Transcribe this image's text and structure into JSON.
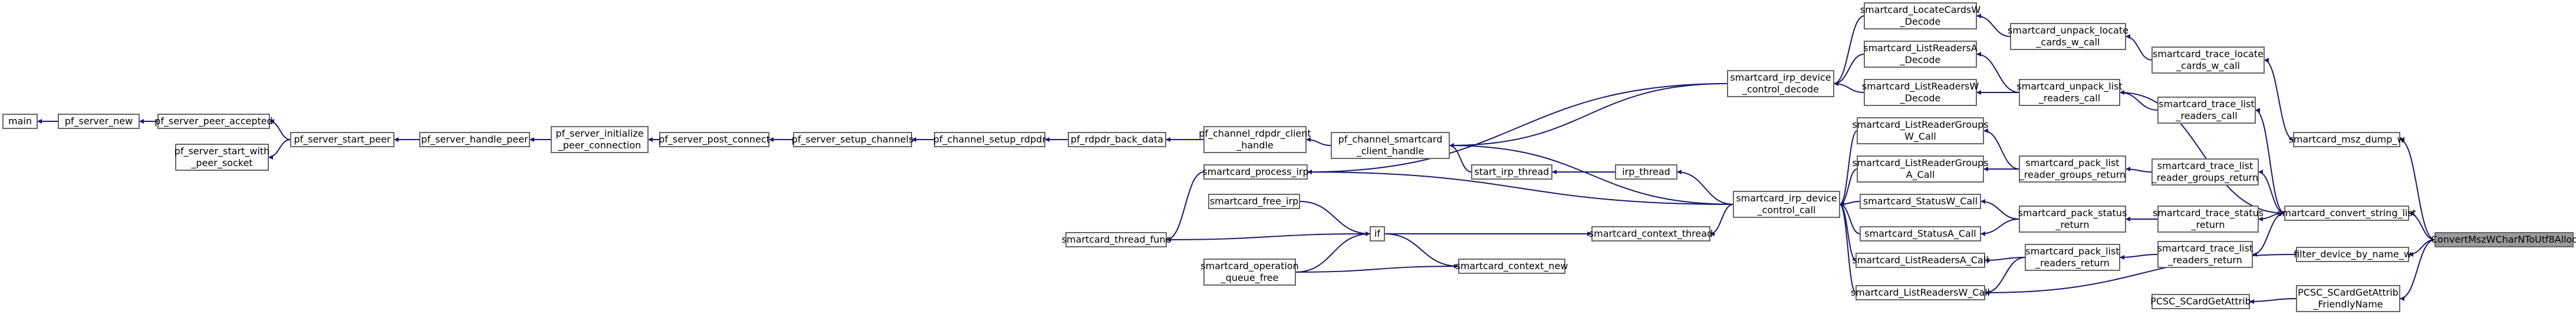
{
  "graph": {
    "colors": {
      "edge": "#191970",
      "node_border": "#666666",
      "node_fill": "#ffffff",
      "highlight_fill": "#999999",
      "text": "#000000"
    },
    "nodes": [
      {
        "id": "main",
        "lines": [
          "main"
        ]
      },
      {
        "id": "pf_server_new",
        "lines": [
          "pf_server_new"
        ]
      },
      {
        "id": "pf_server_peer_accepted",
        "lines": [
          "pf_server_peer_accepted"
        ]
      },
      {
        "id": "pf_server_start_peer",
        "lines": [
          "pf_server_start_peer"
        ]
      },
      {
        "id": "pf_server_start_with_peer_socket",
        "lines": [
          "pf_server_start_with",
          "_peer_socket"
        ]
      },
      {
        "id": "pf_server_handle_peer",
        "lines": [
          "pf_server_handle_peer"
        ]
      },
      {
        "id": "pf_server_initialize_peer_connection",
        "lines": [
          "pf_server_initialize",
          "_peer_connection"
        ]
      },
      {
        "id": "pf_server_post_connect",
        "lines": [
          "pf_server_post_connect"
        ]
      },
      {
        "id": "pf_server_setup_channels",
        "lines": [
          "pf_server_setup_channels"
        ]
      },
      {
        "id": "pf_channel_setup_rdpdr",
        "lines": [
          "pf_channel_setup_rdpdr"
        ]
      },
      {
        "id": "pf_rdpdr_back_data",
        "lines": [
          "pf_rdpdr_back_data"
        ]
      },
      {
        "id": "pf_channel_rdpdr_client_handle",
        "lines": [
          "pf_channel_rdpdr_client",
          "_handle"
        ]
      },
      {
        "id": "pf_channel_smartcard_client_handle",
        "lines": [
          "pf_channel_smartcard",
          "_client_handle"
        ]
      },
      {
        "id": "start_irp_thread",
        "lines": [
          "start_irp_thread"
        ]
      },
      {
        "id": "irp_thread",
        "lines": [
          "irp_thread"
        ]
      },
      {
        "id": "smartcard_process_irp",
        "lines": [
          "smartcard_process_irp"
        ]
      },
      {
        "id": "smartcard_free_irp",
        "lines": [
          "smartcard_free_irp"
        ]
      },
      {
        "id": "smartcard_thread_func",
        "lines": [
          "smartcard_thread_func"
        ]
      },
      {
        "id": "if",
        "lines": [
          "if"
        ]
      },
      {
        "id": "smartcard_operation_queue_free",
        "lines": [
          "smartcard_operation",
          "_queue_free"
        ]
      },
      {
        "id": "smartcard_context_new",
        "lines": [
          "smartcard_context_new"
        ]
      },
      {
        "id": "smartcard_context_thread",
        "lines": [
          "smartcard_context_thread"
        ]
      },
      {
        "id": "smartcard_irp_device_control_decode",
        "lines": [
          "smartcard_irp_device",
          "_control_decode"
        ]
      },
      {
        "id": "smartcard_irp_device_control_call",
        "lines": [
          "smartcard_irp_device",
          "_control_call"
        ]
      },
      {
        "id": "smartcard_LocateCardsW_Decode",
        "lines": [
          "smartcard_LocateCardsW",
          "_Decode"
        ]
      },
      {
        "id": "smartcard_ListReadersA_Decode",
        "lines": [
          "smartcard_ListReadersA",
          "_Decode"
        ]
      },
      {
        "id": "smartcard_ListReadersW_Decode",
        "lines": [
          "smartcard_ListReadersW",
          "_Decode"
        ]
      },
      {
        "id": "smartcard_ListReaderGroupsW_Call",
        "lines": [
          "smartcard_ListReaderGroups",
          "W_Call"
        ]
      },
      {
        "id": "smartcard_ListReaderGroupsA_Call",
        "lines": [
          "smartcard_ListReaderGroups",
          "A_Call"
        ]
      },
      {
        "id": "smartcard_StatusW_Call",
        "lines": [
          "smartcard_StatusW_Call"
        ]
      },
      {
        "id": "smartcard_StatusA_Call",
        "lines": [
          "smartcard_StatusA_Call"
        ]
      },
      {
        "id": "smartcard_ListReadersA_Call",
        "lines": [
          "smartcard_ListReadersA_Call"
        ]
      },
      {
        "id": "smartcard_ListReadersW_Call",
        "lines": [
          "smartcard_ListReadersW_Call"
        ]
      },
      {
        "id": "smartcard_unpack_locate_cards_w_call",
        "lines": [
          "smartcard_unpack_locate",
          "_cards_w_call"
        ]
      },
      {
        "id": "smartcard_unpack_list_readers_call",
        "lines": [
          "smartcard_unpack_list",
          "_readers_call"
        ]
      },
      {
        "id": "smartcard_pack_list_reader_groups_return",
        "lines": [
          "smartcard_pack_list",
          "_reader_groups_return"
        ]
      },
      {
        "id": "smartcard_pack_status_return",
        "lines": [
          "smartcard_pack_status",
          "_return"
        ]
      },
      {
        "id": "smartcard_pack_list_readers_return",
        "lines": [
          "smartcard_pack_list",
          "_readers_return"
        ]
      },
      {
        "id": "smartcard_trace_locate_cards_w_call",
        "lines": [
          "smartcard_trace_locate",
          "_cards_w_call"
        ]
      },
      {
        "id": "smartcard_trace_list_readers_call",
        "lines": [
          "smartcard_trace_list",
          "_readers_call"
        ]
      },
      {
        "id": "smartcard_trace_list_reader_groups_return",
        "lines": [
          "smartcard_trace_list",
          "_reader_groups_return"
        ]
      },
      {
        "id": "smartcard_trace_status_return",
        "lines": [
          "smartcard_trace_status",
          "_return"
        ]
      },
      {
        "id": "smartcard_trace_list_readers_return",
        "lines": [
          "smartcard_trace_list",
          "_readers_return"
        ]
      },
      {
        "id": "smartcard_msz_dump_w",
        "lines": [
          "smartcard_msz_dump_w"
        ]
      },
      {
        "id": "smartcard_convert_string_list",
        "lines": [
          "smartcard_convert_string_list"
        ]
      },
      {
        "id": "filter_device_by_name_w",
        "lines": [
          "filter_device_by_name_w"
        ]
      },
      {
        "id": "PCSC_SCardGetAttrib_FriendlyName",
        "lines": [
          "PCSC_SCardGetAttrib",
          "_FriendlyName"
        ]
      },
      {
        "id": "PCSC_SCardGetAttrib",
        "lines": [
          "PCSC_SCardGetAttrib"
        ]
      },
      {
        "id": "ConvertMszWCharNToUtf8Alloc",
        "lines": [
          "ConvertMszWCharNToUtf8Alloc"
        ],
        "highlight": true
      }
    ]
  }
}
